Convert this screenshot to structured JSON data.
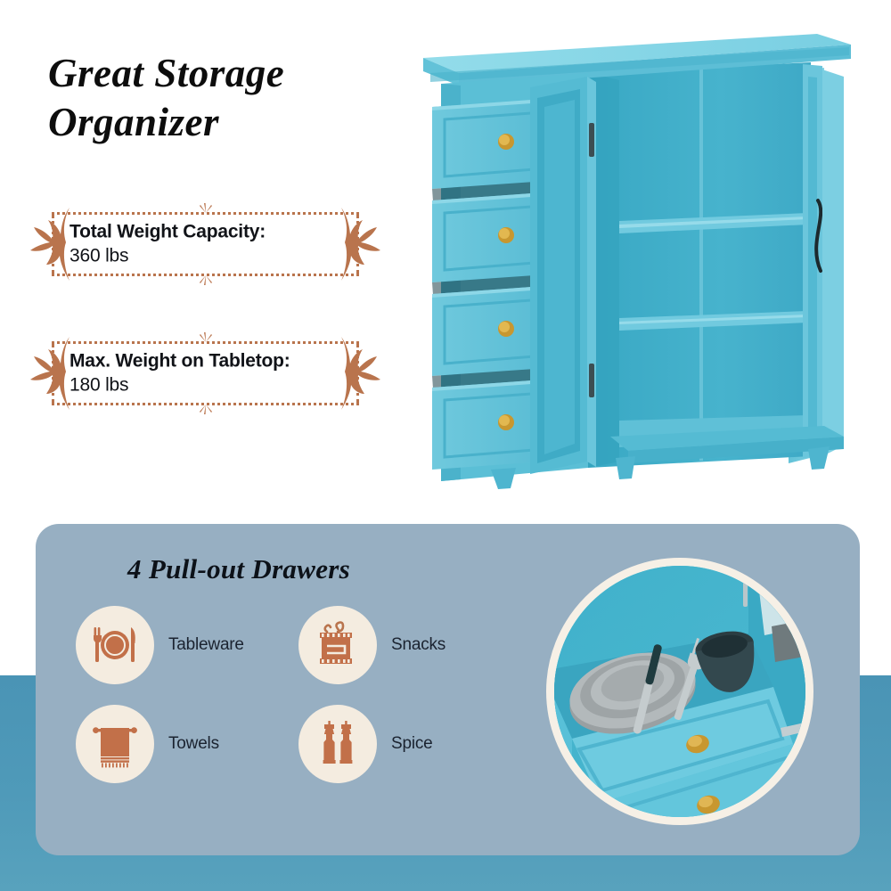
{
  "page": {
    "background": "#ffffff",
    "accent_teal": "#4a94b5",
    "accent_terracotta": "#b9744d",
    "panel_bg": "#97afc2",
    "cream": "#f4ece0",
    "product_color": "#5bc0d8"
  },
  "headline": {
    "line1": "Great Storage",
    "line2": "Organizer"
  },
  "specs": [
    {
      "title": "Total Weight Capacity:",
      "value": "360 lbs"
    },
    {
      "title": "Max. Weight on Tabletop:",
      "value": "180 lbs"
    }
  ],
  "product_image": {
    "alt": "Teal storage cabinet with four pull-out drawers and open door showing two shelves",
    "icon": "cabinet-photo"
  },
  "bottom_panel": {
    "title": "4 Pull-out Drawers",
    "features": [
      {
        "label": "Tableware",
        "icon": "plate-fork-knife-icon"
      },
      {
        "label": "Snacks",
        "icon": "snack-bag-icon"
      },
      {
        "label": "Towels",
        "icon": "hanging-towel-icon"
      },
      {
        "label": "Spice",
        "icon": "spice-grinders-icon"
      }
    ],
    "inset_image": {
      "alt": "Close-up of open teal drawer holding grey plates, cutlery and a cup",
      "icon": "drawer-detail-photo"
    }
  }
}
